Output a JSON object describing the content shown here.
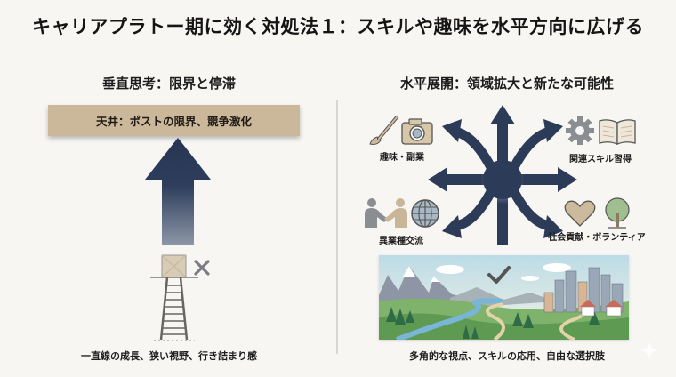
{
  "title": "キャリアプラトー期に効く対処法１：スキルや趣味を水平方向に広げる",
  "left_panel": {
    "heading": "垂直思考：限界と停滞",
    "ceiling_label": "天井：ポストの限界、競争激化",
    "arrow_icon": "up-arrow-icon",
    "ladder_icon": "ladder-icon",
    "blocked_icon": "x-mark-icon",
    "caption": "一直線の成長、狭い視野、行き詰まり感"
  },
  "right_panel": {
    "heading": "水平展開：領域拡大と新たな可能性",
    "hub_icon": "radiating-arrows-icon",
    "nodes": [
      {
        "label": "趣味・副業",
        "icons": [
          "paintbrush-icon",
          "camera-icon"
        ]
      },
      {
        "label": "関連スキル習得",
        "icons": [
          "gear-icon",
          "open-book-icon"
        ]
      },
      {
        "label": "異業種交流",
        "icons": [
          "handshake-icon",
          "globe-icon"
        ]
      },
      {
        "label": "社会貢献・ボランティア",
        "icons": [
          "heart-icon",
          "tree-icon"
        ]
      }
    ],
    "landscape_icon": "landscape-illustration",
    "check_icon": "checkmark-icon",
    "caption": "多角的な視点、スキルの応用、自由な選択肢"
  },
  "colors": {
    "background": "#f7f6f3",
    "navy": "#2c3b57",
    "ceiling_beige": "#cbb89b",
    "icon_beige": "#cdb99c",
    "icon_gray": "#8a8d92"
  }
}
